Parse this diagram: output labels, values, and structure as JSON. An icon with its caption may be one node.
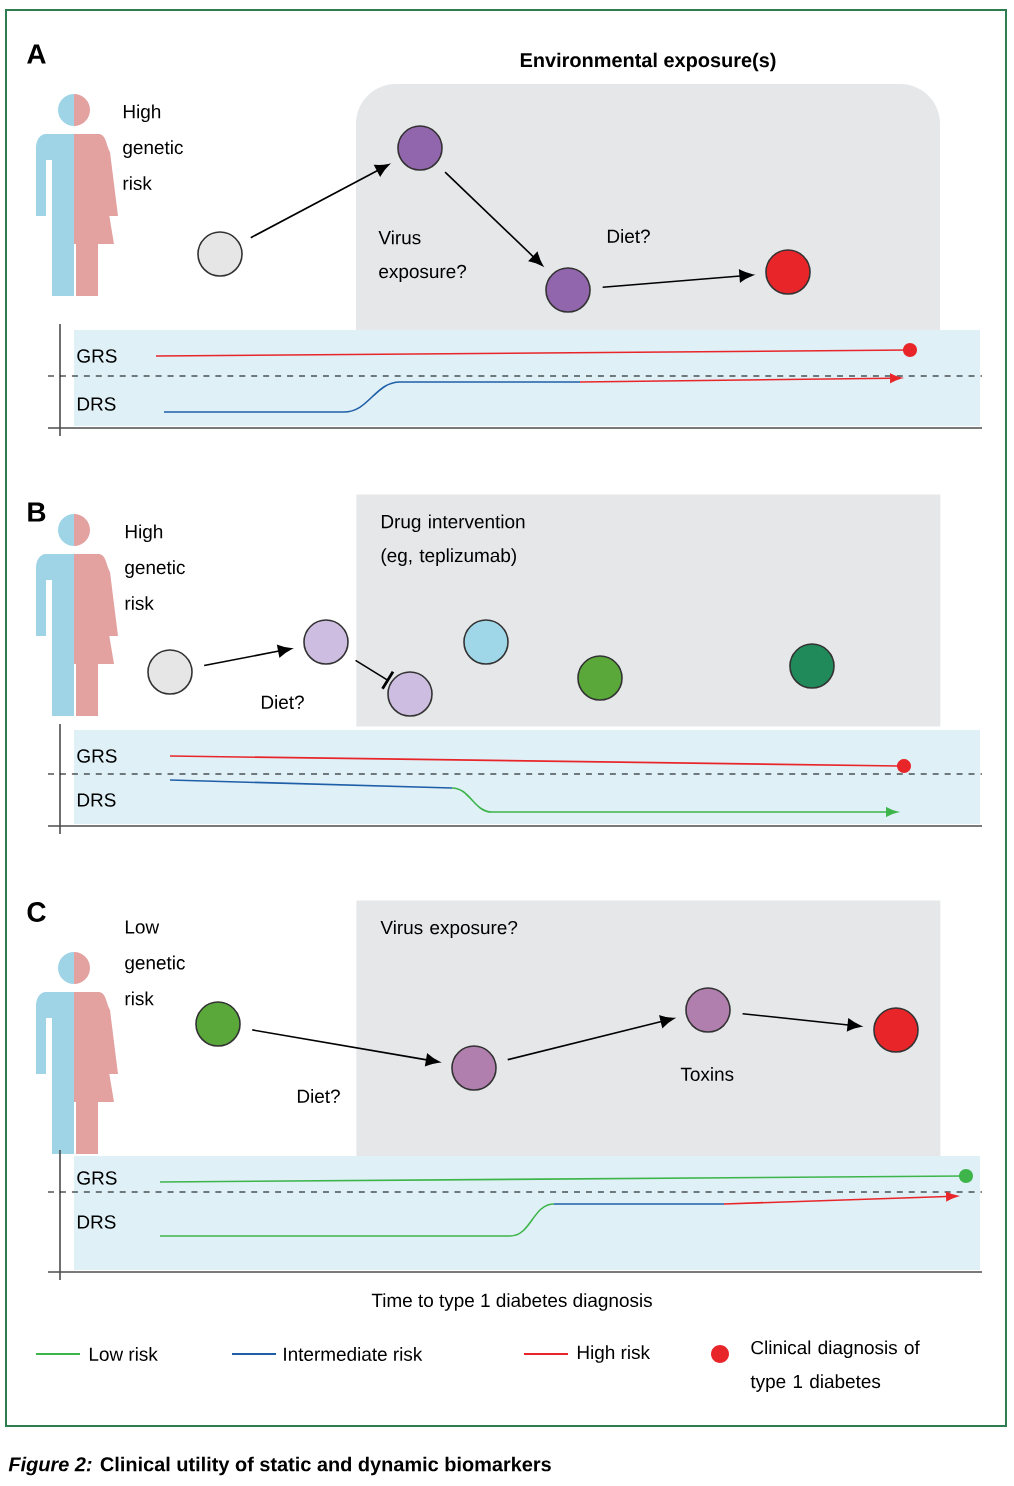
{
  "diagram": {
    "caption": "*Figure 2:* Clinical utility of static and dynamic biomarkers",
    "nodes": [
      {
        "text": [
          "Environmental exposure(s)"
        ]
      },
      {
        "text": [],
        "shape": "circle"
      },
      {
        "text": [],
        "shape": "circle",
        "in": 0
      },
      {
        "text": [],
        "shape": "circle",
        "in": 0
      },
      {
        "text": [],
        "shape": "circle",
        "in": 0
      },
      {
        "text": [
          "Drug intervention (eg, teplizumab)"
        ]
      },
      {
        "text": [],
        "shape": "circle"
      },
      {
        "text": [],
        "shape": "circle"
      },
      {
        "text": [],
        "shape": "circle",
        "in": 5
      },
      {
        "text": [],
        "shape": "circle",
        "in": 5
      },
      {
        "text": [],
        "shape": "circle",
        "in": 5
      },
      {
        "text": [],
        "shape": "circle",
        "in": 5
      },
      {
        "text": [
          "Virus exposure?"
        ]
      },
      {
        "text": [],
        "shape": "circle"
      },
      {
        "text": [],
        "shape": "circle",
        "in": 12
      },
      {
        "text": [],
        "shape": "circle",
        "in": 12
      },
      {
        "text": [],
        "shape": "circle",
        "in": 12
      }
    ],
    "edges": [
      {
        "from": 1,
        "to": 2,
        "arrow": "to"
      },
      {
        "from": 2,
        "to": 3,
        "arrow": "to",
        "label": "Virus exposure?"
      },
      {
        "from": 3,
        "to": 4,
        "arrow": "to",
        "label": "Diet?"
      },
      {
        "from": 6,
        "to": 7,
        "arrow": "to",
        "label": "Diet?"
      },
      {
        "from": 7,
        "to": 8,
        "arrow": "other"
      },
      {
        "from": 13,
        "to": 14,
        "arrow": "to",
        "label": "Diet?"
      },
      {
        "from": 14,
        "to": 15,
        "arrow": "to"
      },
      {
        "from": 15,
        "to": 16,
        "arrow": "to",
        "label": "Toxins"
      }
    ],
    "labels": [
      "A",
      "High genetic risk",
      "GRS",
      "DRS",
      "B",
      "High genetic risk",
      "GRS",
      "DRS",
      "C",
      "Low genetic risk",
      "GRS",
      "DRS",
      "Time to type 1 diabetes diagnosis"
    ],
    "legend": [
      {
        "text": "Low risk"
      },
      {
        "text": "Intermediate risk"
      },
      {
        "text": "High risk"
      },
      {
        "text": "Clinical diagnosis of type 1 diabetes",
        "color": "#e8262a"
      }
    ]
  }
}
